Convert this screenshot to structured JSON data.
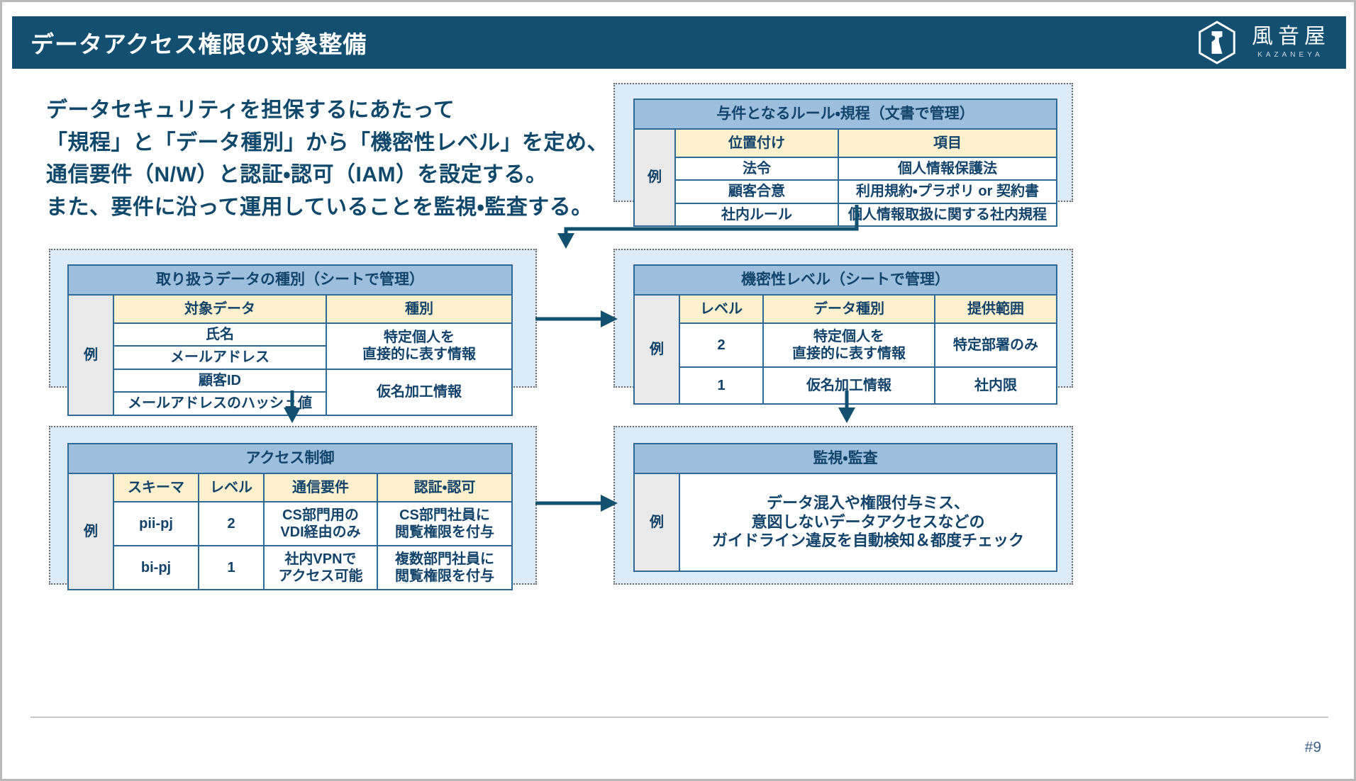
{
  "header": {
    "title": "データアクセス権限の対象整備",
    "logo_jp": "風音屋",
    "logo_en": "KAZANEYA",
    "bar_color": "#134f70"
  },
  "lead": {
    "text": "データセキュリティを担保するにあたって\n「規程」と「データ種別」から「機密性レベル」を定め、\n通信要件（N/W）と認証・認可（IAM）を設定する。\nまた、要件に沿って運用していることを監視・監査する。",
    "color": "#10486b"
  },
  "tables": {
    "rules": {
      "title": "与件となるルール・規程（文書で管理）",
      "example_label": "例",
      "columns": [
        "位置付け",
        "項目"
      ],
      "rows": [
        [
          "法令",
          "個人情報保護法"
        ],
        [
          "顧客合意",
          "利用規約・プラポリ or 契約書"
        ],
        [
          "社内ルール",
          "個人情報取扱に関する社内規程"
        ]
      ]
    },
    "types": {
      "title": "取り扱うデータの種別（シートで管理）",
      "example_label": "例",
      "columns": [
        "対象データ",
        "種別"
      ],
      "groups": [
        {
          "targets": [
            "氏名",
            "メールアドレス"
          ],
          "kind": "特定個人を\n直接的に表す情報"
        },
        {
          "targets": [
            "顧客ID",
            "メールアドレスのハッシュ値"
          ],
          "kind": "仮名加工情報"
        }
      ]
    },
    "levels": {
      "title": "機密性レベル（シートで管理）",
      "example_label": "例",
      "columns": [
        "レベル",
        "データ種別",
        "提供範囲"
      ],
      "rows": [
        [
          "2",
          "特定個人を\n直接的に表す情報",
          "特定部署のみ"
        ],
        [
          "1",
          "仮名加工情報",
          "社内限"
        ]
      ]
    },
    "access": {
      "title": "アクセス制御",
      "example_label": "例",
      "columns": [
        "スキーマ",
        "レベル",
        "通信要件",
        "認証・認可"
      ],
      "rows": [
        [
          "pii-pj",
          "2",
          "CS部門用の\nVDI経由のみ",
          "CS部門社員に\n閲覧権限を付与"
        ],
        [
          "bi-pj",
          "1",
          "社内VPNで\nアクセス可能",
          "複数部門社員に\n閲覧権限を付与"
        ]
      ]
    },
    "monitor": {
      "title": "監視・監査",
      "example_label": "例",
      "body": "データ混入や権限付与ミス、\n意図しないデータアクセスなどの\nガイドライン違反を自動検知＆都度チェック"
    }
  },
  "footer": {
    "page": "#9"
  },
  "palette": {
    "header_blue": "#134f70",
    "group_fill": "#ddeaf7",
    "table_title": "#9dbfdd",
    "table_subheader": "#fcf0cd",
    "example_cell": "#e9e9e9",
    "text_blue": "#12436a",
    "arrow": "#12506f"
  }
}
